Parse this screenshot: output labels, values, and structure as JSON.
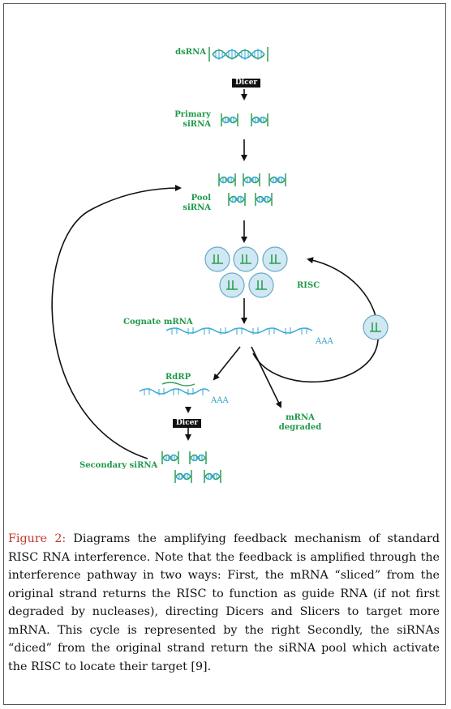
{
  "diagram": {
    "labels": {
      "dsrna": "dsRNA",
      "primary_sirna_1": "Primary",
      "primary_sirna_2": "siRNA",
      "pool_sirna_1": "Pool",
      "pool_sirna_2": "siRNA",
      "risc": "RISC",
      "cognate_mrna": "Cognate mRNA",
      "aaa_cognate": "AAA",
      "rdrp": "RdRP",
      "aaa_rdrp": "AAA",
      "mrna_degraded_1": "mRNA",
      "mrna_degraded_2": "degraded",
      "secondary_sirna": "Secondary siRNA"
    },
    "dicer_top": "Dicer",
    "dicer_bottom": "Dicer",
    "colors": {
      "label_green": "#1f9a48",
      "strand_green": "#2e9e4f",
      "strand_blue": "#35a8d6",
      "risc_fill": "#cfe8f3",
      "risc_stroke": "#6aa9c6"
    }
  },
  "caption": {
    "figure_label": "Figure 2:",
    "text": " Diagrams the amplifying feedback mechanism of standard RISC RNA interference. Note that the feedback is amplified through the interference pathway in two ways: First, the mRNA “sliced” from the original strand returns the RISC to function as guide RNA (if not first degraded by nucleases), directing Dicers and Slicers to target more mRNA. This cycle is represented by the right Secondly, the siRNAs “diced” from the original strand return the siRNA pool which activate the RISC to locate their target [9]."
  }
}
